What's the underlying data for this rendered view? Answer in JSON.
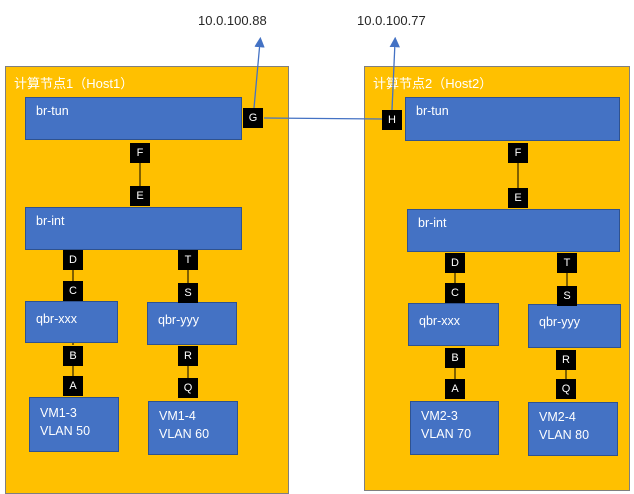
{
  "ips": {
    "host1": "10.0.100.88",
    "host2": "10.0.100.77"
  },
  "host1": {
    "title": "计算节点1（Host1）",
    "br_tun": "br-tun",
    "br_int": "br-int",
    "qbr_left": "qbr-xxx",
    "qbr_right": "qbr-yyy",
    "vm_left": {
      "name": "VM1-3",
      "vlan": "VLAN 50"
    },
    "vm_right": {
      "name": "VM1-4",
      "vlan": "VLAN 60"
    },
    "ports": {
      "tun_out": "G",
      "tun_int": "F",
      "int_tun": "E",
      "int_left": "D",
      "int_right": "T",
      "qbr_left_top": "C",
      "qbr_right_top": "S",
      "qbr_left_bottom": "B",
      "qbr_right_bottom": "R",
      "vm_left": "A",
      "vm_right": "Q"
    }
  },
  "host2": {
    "title": "计算节点2（Host2）",
    "br_tun": "br-tun",
    "br_int": "br-int",
    "qbr_left": "qbr-xxx",
    "qbr_right": "qbr-yyy",
    "vm_left": {
      "name": "VM2-3",
      "vlan": "VLAN 70"
    },
    "vm_right": {
      "name": "VM2-4",
      "vlan": "VLAN 80"
    },
    "ports": {
      "tun_out": "H",
      "tun_int": "F",
      "int_tun": "E",
      "int_left": "D",
      "int_right": "T",
      "qbr_left_top": "C",
      "qbr_right_top": "S",
      "qbr_left_bottom": "B",
      "qbr_right_bottom": "R",
      "vm_left": "A",
      "vm_right": "Q"
    }
  },
  "colors": {
    "host_bg": "#ffc000",
    "bridge": "#4472c4",
    "port": "#000000",
    "link": "#4472c4"
  }
}
